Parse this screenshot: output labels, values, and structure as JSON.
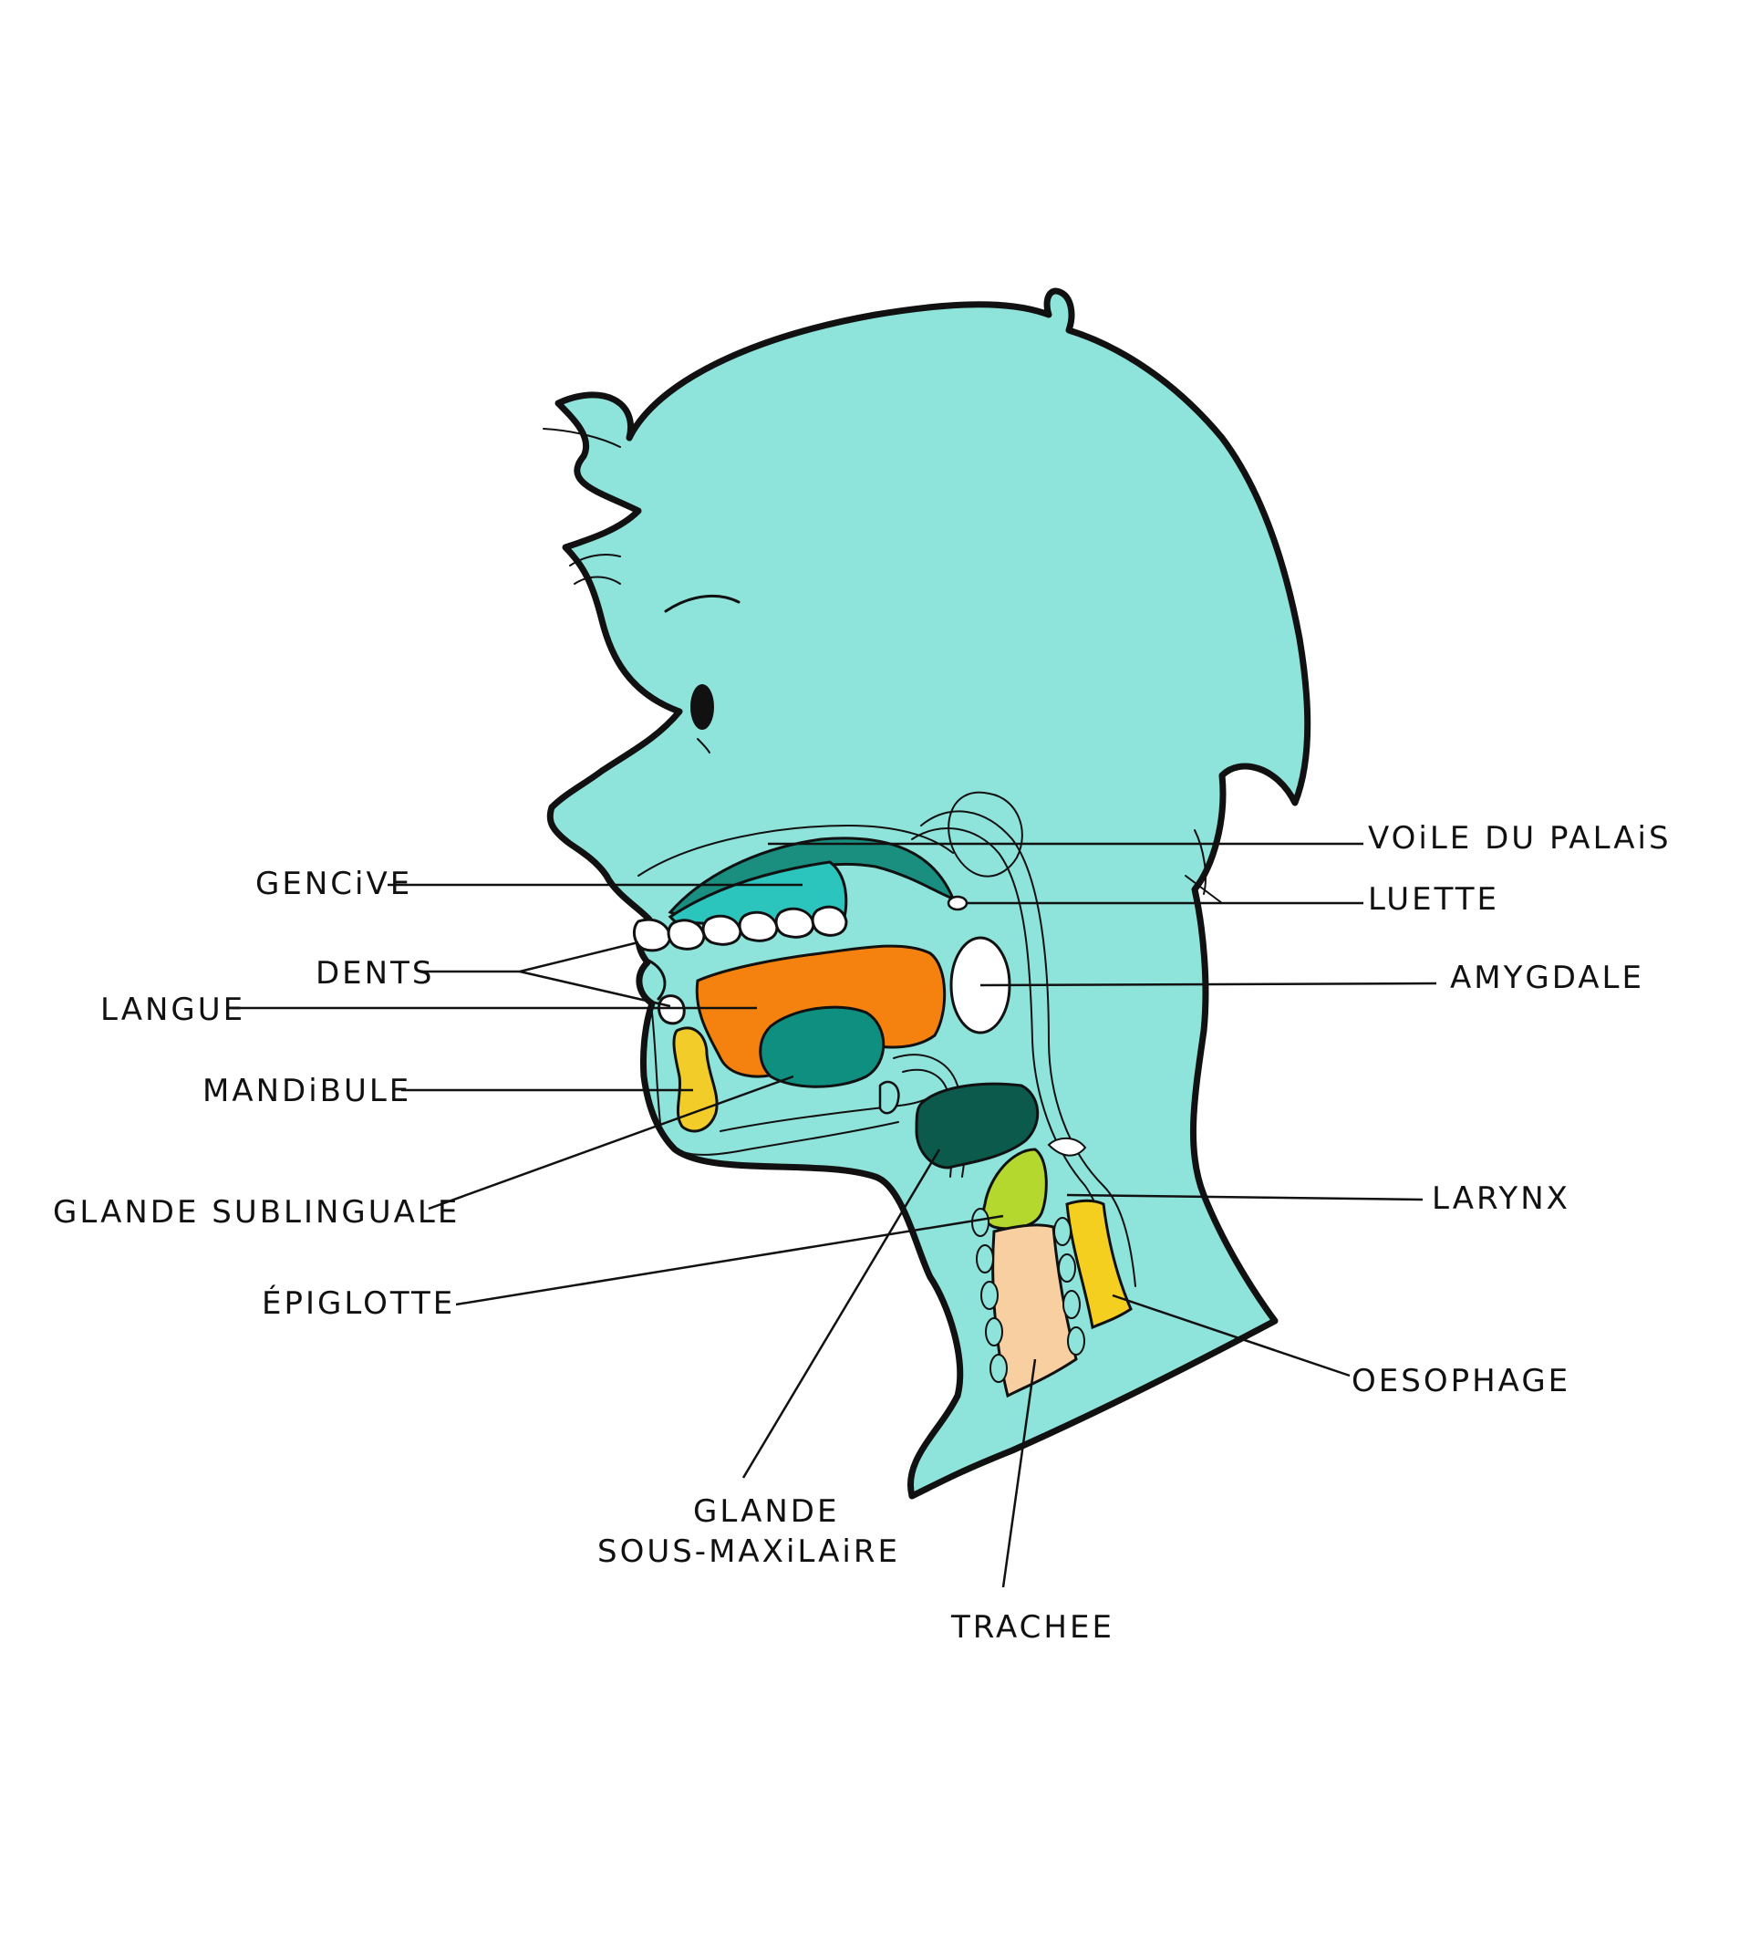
{
  "labels": {
    "voile_du_palais": "VOiLE DU PALAiS",
    "luette": "LUETTE",
    "amygdale": "AMYGDALE",
    "larynx": "LARYNX",
    "oesophage": "OESOPHAGE",
    "trachee": "TRACHEE",
    "glande_sous_maxilaire_line1": "GLANDE",
    "glande_sous_maxilaire_line2": "SOUS-MAXiLAiRE",
    "epiglotte": "ÉPIGLOTTE",
    "glande_sublinguale": "GLANDE SUBLINGUALE",
    "mandibule": "MANDiBULE",
    "langue": "LANGUE",
    "dents": "DENTS",
    "gencive": "GENCiVE"
  },
  "colors": {
    "skin": "#8ee3da",
    "outline": "#111111",
    "palate": "#1a8f80",
    "gum": "#2cc5be",
    "tongue": "#f5820f",
    "sublingual_gland": "#0f8f80",
    "submaxillary_gland": "#0b5a4c",
    "mandible_bone": "#f2cd2a",
    "epiglottis": "#b5d82e",
    "trachea": "#f7cfa0",
    "oesophagus": "#f5cf1f",
    "tooth": "#ffffff",
    "tonsil": "#ffffff"
  }
}
